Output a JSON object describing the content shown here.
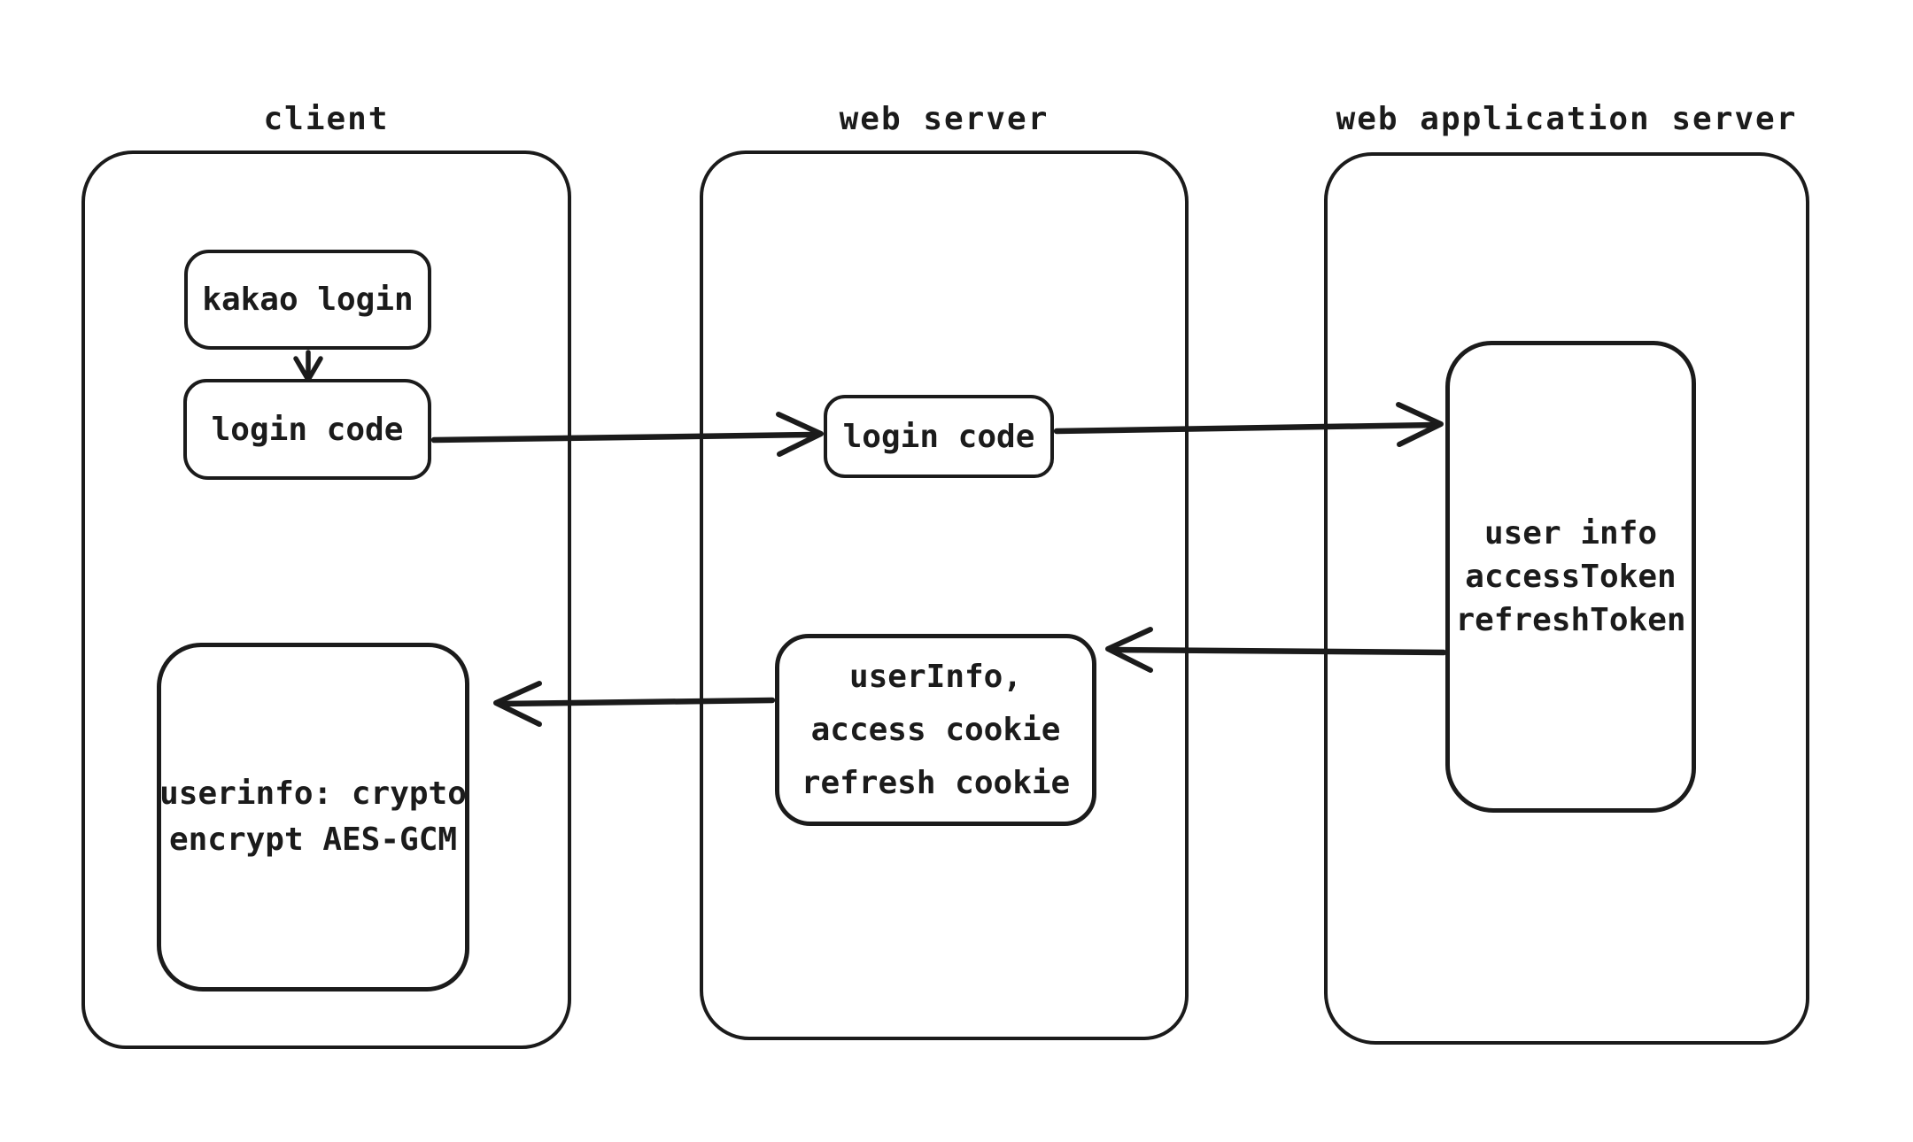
{
  "page": {
    "background": "#ffffff",
    "ink_color": "#1b1b1b",
    "style": "hand-drawn flow diagram"
  },
  "columns": [
    {
      "id": "client",
      "label": "client"
    },
    {
      "id": "web-server",
      "label": "web server"
    },
    {
      "id": "web-application-server",
      "label": "web application server"
    }
  ],
  "nodes": {
    "kakao_login": {
      "column": "client",
      "lines": [
        "kakao login"
      ]
    },
    "login_code_client": {
      "column": "client",
      "lines": [
        "login code"
      ]
    },
    "userinfo_client": {
      "column": "client",
      "lines": [
        "userinfo: crypto",
        "encrypt AES-GCM"
      ]
    },
    "login_code_websrv": {
      "column": "web-server",
      "lines": [
        "login code"
      ]
    },
    "userinfo_websrv": {
      "column": "web-server",
      "lines": [
        "userInfo,",
        "access cookie",
        "refresh cookie"
      ]
    },
    "tokens_webapp": {
      "column": "web-application-server",
      "lines": [
        "user info",
        "accessToken",
        "refreshToken"
      ]
    }
  },
  "arrows": [
    {
      "id": "kakao-to-login-code",
      "from": "kakao_login",
      "to": "login_code_client",
      "direction": "down"
    },
    {
      "id": "client-to-web-server",
      "from": "login_code_client",
      "to": "login_code_websrv",
      "direction": "right"
    },
    {
      "id": "web-server-to-app-server",
      "from": "login_code_websrv",
      "to": "tokens_webapp",
      "direction": "right"
    },
    {
      "id": "app-server-to-web-server",
      "from": "tokens_webapp",
      "to": "userinfo_websrv",
      "direction": "left"
    },
    {
      "id": "web-server-to-client",
      "from": "userinfo_websrv",
      "to": "userinfo_client",
      "direction": "left"
    }
  ]
}
